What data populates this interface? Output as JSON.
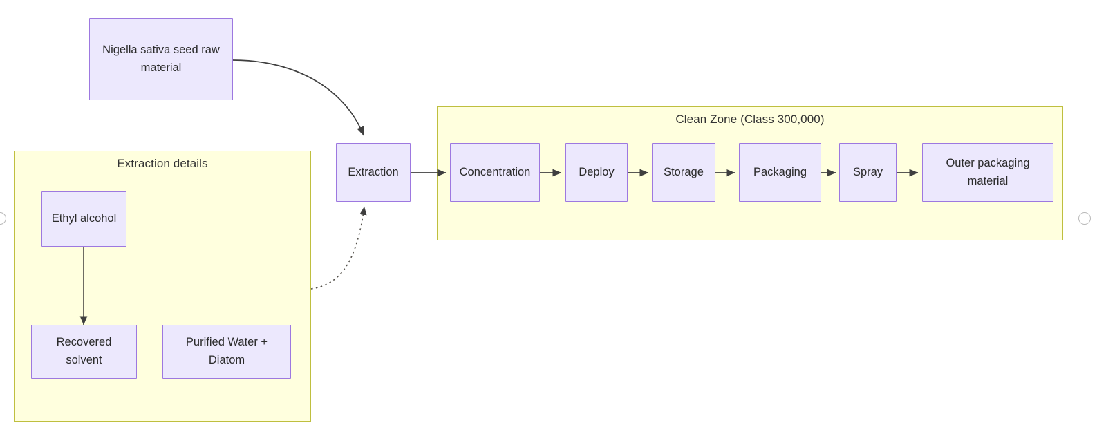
{
  "diagram": {
    "type": "flowchart",
    "background": "#ffffff",
    "node_fill": "#ece8fd",
    "node_stroke": "#9d78e0",
    "subgraph_fill": "#ffffde",
    "subgraph_stroke": "#bfbf3f",
    "edge_color": "#4a4a4a",
    "nodes": [
      {
        "id": "raw",
        "label": "Nigella sativa seed raw material",
        "line1": "Nigella sativa seed raw",
        "line2": "material"
      },
      {
        "id": "extraction",
        "label": "Extraction"
      },
      {
        "id": "concentration",
        "label": "Concentration"
      },
      {
        "id": "deploy",
        "label": "Deploy"
      },
      {
        "id": "storage",
        "label": "Storage"
      },
      {
        "id": "packaging",
        "label": "Packaging"
      },
      {
        "id": "spray",
        "label": "Spray"
      },
      {
        "id": "outer",
        "label": "Outer packaging material"
      },
      {
        "id": "ethyl",
        "label": "Ethyl alcohol"
      },
      {
        "id": "recovered",
        "label": "Recovered solvent"
      },
      {
        "id": "purified",
        "label": "Purified Water + Diatom"
      }
    ],
    "subgraphs": [
      {
        "id": "clean_zone",
        "title": "Clean Zone (Class 300,000)"
      },
      {
        "id": "extraction_details",
        "title": "Extraction details"
      }
    ],
    "edges": [
      {
        "from": "raw",
        "to": "extraction",
        "style": "curved-solid"
      },
      {
        "from": "extraction",
        "to": "concentration",
        "style": "solid"
      },
      {
        "from": "concentration",
        "to": "deploy",
        "style": "solid"
      },
      {
        "from": "deploy",
        "to": "storage",
        "style": "solid"
      },
      {
        "from": "storage",
        "to": "packaging",
        "style": "solid"
      },
      {
        "from": "packaging",
        "to": "spray",
        "style": "solid"
      },
      {
        "from": "spray",
        "to": "outer",
        "style": "solid"
      },
      {
        "from": "ethyl",
        "to": "recovered",
        "style": "solid"
      },
      {
        "from": "extraction_details",
        "to": "extraction",
        "style": "dotted-curved"
      }
    ]
  }
}
